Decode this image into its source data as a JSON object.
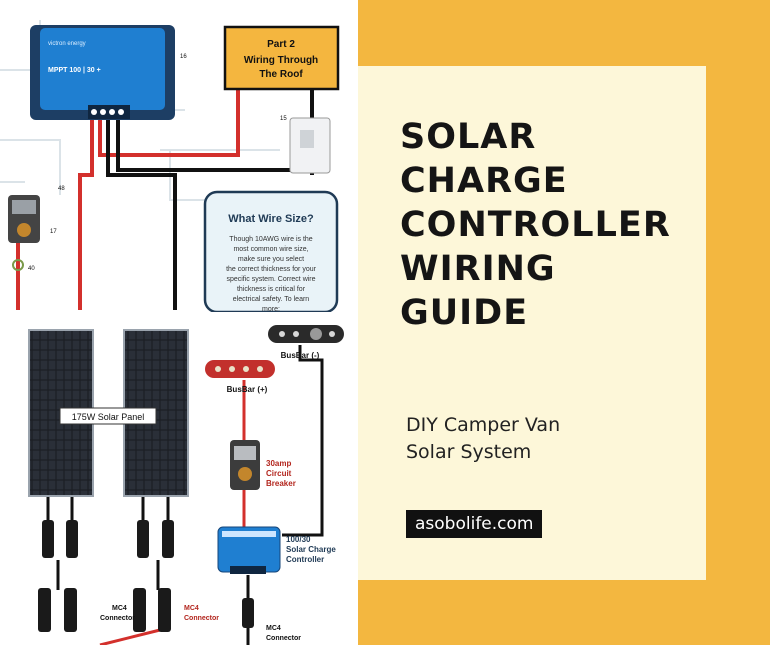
{
  "card": {
    "title_lines": [
      "SOLAR",
      "CHARGE",
      "CONTROLLER",
      "WIRING",
      "GUIDE"
    ],
    "subtitle_lines": [
      "DIY Camper Van",
      "Solar System"
    ],
    "site": "asobolife.com"
  },
  "top_diagram": {
    "controller_brand": "victron energy",
    "controller_model": "MPPT 100 | 30 +",
    "part_box": {
      "line1": "Part 2",
      "line2": "Wiring Through",
      "line3": "The Roof"
    },
    "info_box": {
      "heading": "What Wire Size?",
      "lines": [
        "Though 10AWG wire is the",
        "most common wire size,",
        "make sure you select",
        "the correct thickness for your",
        "specific system. Correct wire",
        "thickness is critical for",
        "electrical safety. To learn",
        "more:"
      ]
    },
    "markers": [
      "16",
      "15",
      "48",
      "17",
      "40"
    ]
  },
  "bottom_diagram": {
    "panel_label": "175W Solar Panel",
    "busbar_pos": "BusBar (+)",
    "busbar_neg": "BusBar (-)",
    "breaker": {
      "line1": "30amp",
      "line2": "Circuit",
      "line3": "Breaker"
    },
    "controller": {
      "line1": "100/30",
      "line2": "Solar Charge",
      "line3": "Controller"
    },
    "mc4_label_1": {
      "line1": "MC4",
      "line2": "Connector"
    },
    "mc4_label_2": {
      "line1": "MC4",
      "line2": "Connector"
    },
    "mc4_label_3": {
      "line1": "MC4",
      "line2": "Connector"
    }
  },
  "colors": {
    "background": "#f3b740",
    "card": "#fdf7d9",
    "controller_blue": "#1f7fd1",
    "wire_red": "#d3302c",
    "part_box": "#f4b63f",
    "info_box": "#e9f3f8"
  }
}
